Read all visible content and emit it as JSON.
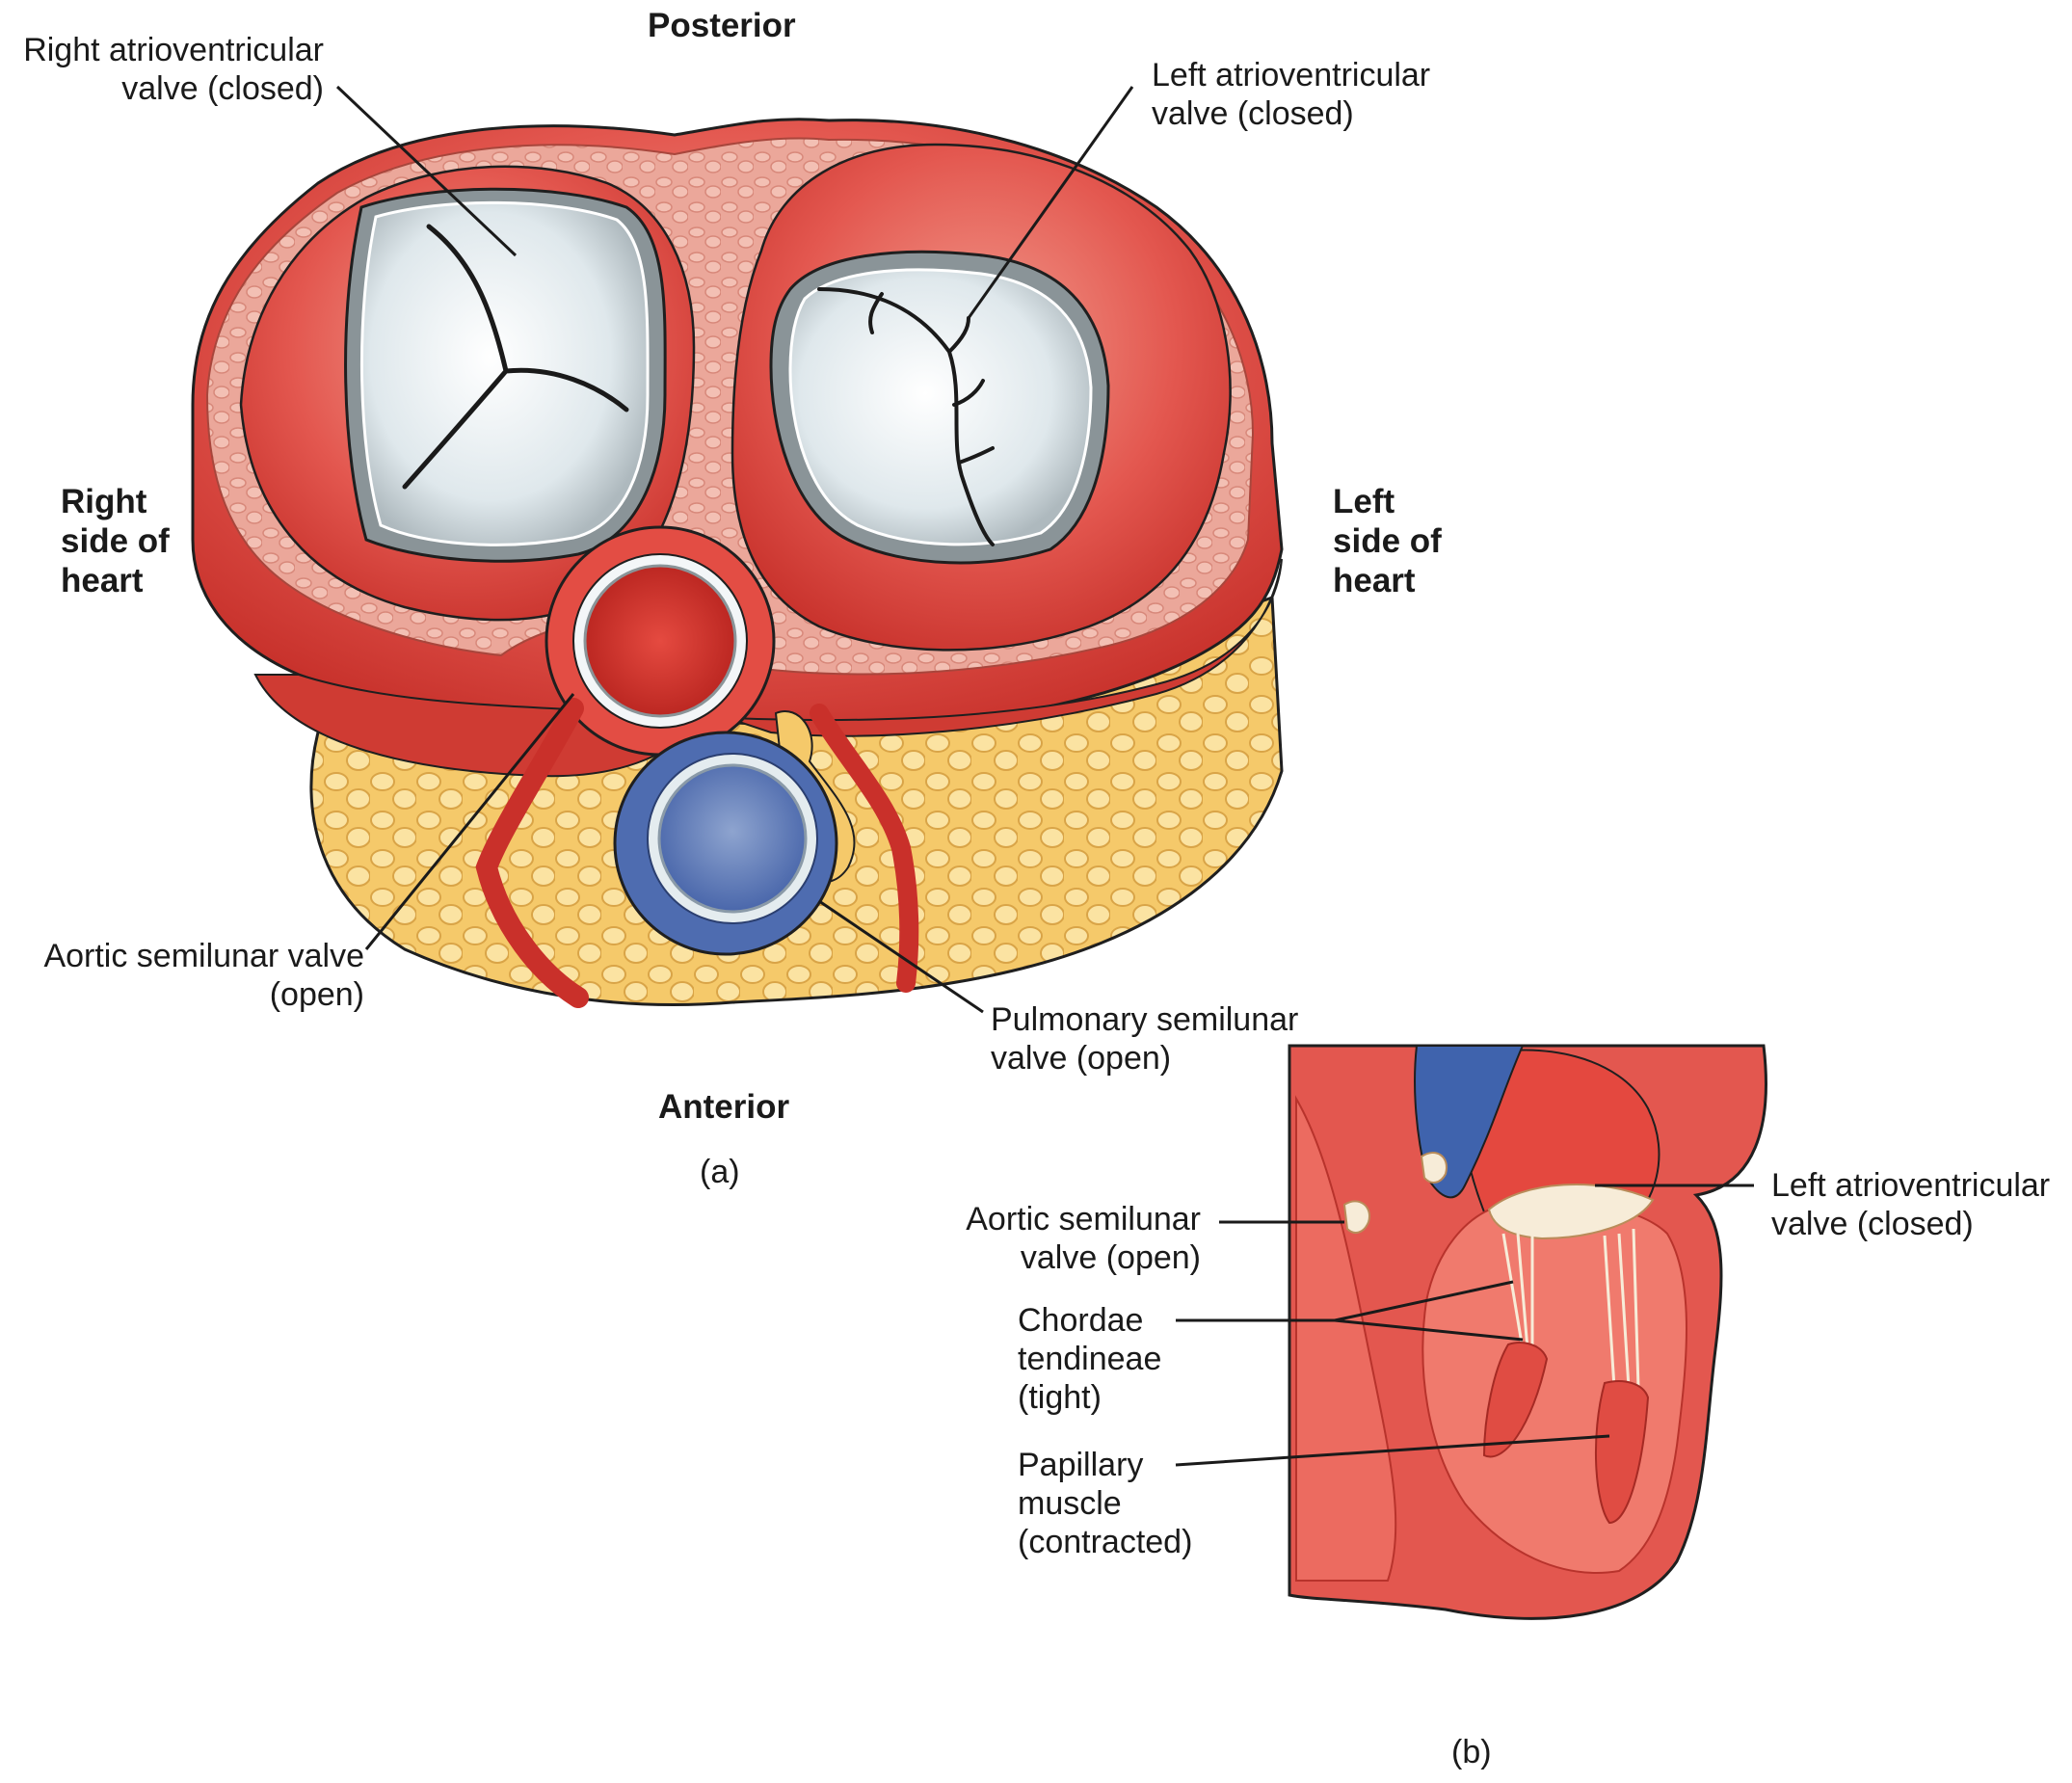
{
  "panel_a": {
    "caption": "(a)",
    "orientation": {
      "top": "Posterior",
      "bottom": "Anterior",
      "left": "Right\nside of\nheart",
      "right": "Left\nside of\nheart"
    },
    "labels": {
      "right_av": "Right atrioventricular\nvalve (closed)",
      "left_av": "Left atrioventricular\nvalve (closed)",
      "aortic": "Aortic semilunar valve\n(open)",
      "pulmonary": "Pulmonary semilunar\nvalve (open)"
    }
  },
  "panel_b": {
    "caption": "(b)",
    "labels": {
      "aortic": "Aortic semilunar\nvalve (open)",
      "chordae": "Chordae\ntendineae\n(tight)",
      "papillary": "Papillary\nmuscle\n(contracted)",
      "left_av": "Left atrioventricular\nvalve (closed)"
    }
  },
  "colors": {
    "muscle": "#e3574f",
    "muscle_dark": "#c8322c",
    "muscle_light": "#f08a7e",
    "fat": "#f7d27e",
    "valve": "#e4ecef",
    "pulmonary": "#4a6db3",
    "aorta_inner": "#d8302c"
  }
}
